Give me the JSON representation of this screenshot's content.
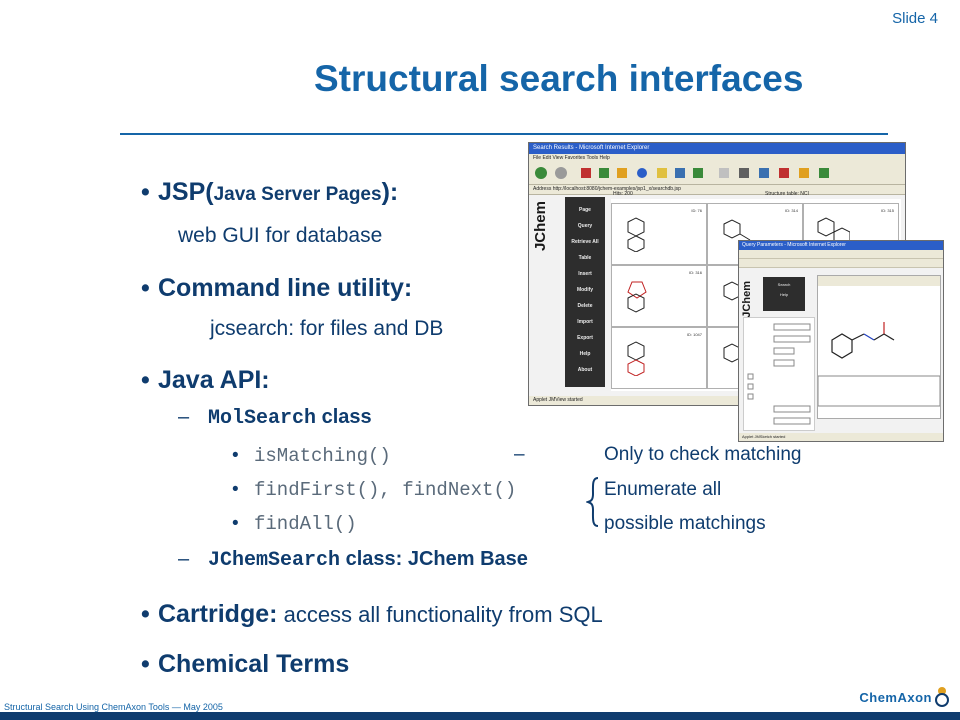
{
  "slide": {
    "number_label": "Slide 4",
    "title": "Structural search interfaces"
  },
  "bullets": {
    "jsp_main": "JSP(",
    "jsp_small": "Java Server Pages",
    "jsp_end": "):",
    "jsp_sub": "web GUI for database",
    "cli_main": "Command line utility:",
    "cli_sub": "jcsearch: for files and DB",
    "api_main": "Java API:",
    "molsearch_code": "MolSearch",
    "molsearch_rest": " class",
    "ismatching": "isMatching()",
    "ismatching_dash": "–",
    "ismatching_desc": "Only to check matching",
    "findfirst": "findFirst(), findNext()",
    "findfirst_desc": "Enumerate all",
    "findall": "findAll()",
    "findall_desc": "possible matchings",
    "jchemsearch_code": "JChemSearch",
    "jchemsearch_rest": " class: JChem Base",
    "cartridge_main": "Cartridge:",
    "cartridge_rest": " access all functionality from SQL",
    "terms_main": "Chemical Terms"
  },
  "screenshot1": {
    "window_title": "Search Results - Microsoft Internet Explorer",
    "menu": "File  Edit  View  Favorites  Tools  Help",
    "address": "Address  http://localhost:8080/jchem-examples/jsp1_x/searchdb.jsp",
    "brand": "JChem",
    "hits": "Hits: 200",
    "table": "Structure table: NCI",
    "nav": [
      "Page",
      "Query",
      "Retrieve All",
      "Table",
      "Insert",
      "Modify",
      "Delete",
      "Import",
      "Export",
      "Help",
      "About"
    ],
    "ids": [
      "ID: 76",
      "ID: 316",
      "ID: 1047",
      "ID: 3066",
      "ID: 314",
      "ID: 315"
    ],
    "status": "Applet JMView started"
  },
  "screenshot2": {
    "window_title": "Query Parameters - Microsoft Internet Explorer",
    "brand": "JChem",
    "btn1": "Search",
    "btn2": "Help",
    "status": "Applet JMSketch started"
  },
  "footer": {
    "left": "Structural Search Using ChemAxon Tools — May 2005",
    "logo": "ChemAxon"
  },
  "colors": {
    "title_blue": "#1565a8",
    "text_navy": "#0f3c6e",
    "footer_bar": "#0f3c6e"
  }
}
